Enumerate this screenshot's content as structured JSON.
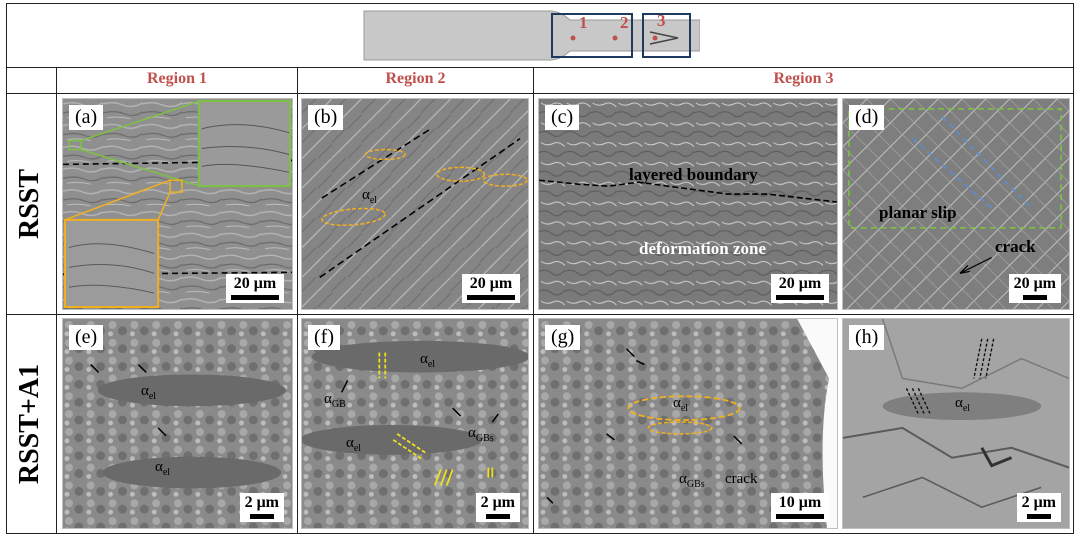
{
  "header": {
    "regions": [
      "Region 1",
      "Region 2",
      "Region 3"
    ]
  },
  "specimen": {
    "markers": [
      "1",
      "2",
      "3"
    ]
  },
  "rows": [
    "RSST",
    "RSST+A1"
  ],
  "panels": {
    "a": {
      "label": "(a)",
      "scale": "20 μm"
    },
    "b": {
      "label": "(b)",
      "scale": "20 μm",
      "phase": "α",
      "phase_sub": "el"
    },
    "c": {
      "label": "(c)",
      "scale": "20 μm",
      "text1": "layered boundary",
      "text2": "deformation zone"
    },
    "d": {
      "label": "(d)",
      "scale": "20 μm",
      "text1": "planar slip",
      "text2": "crack"
    },
    "e": {
      "label": "(e)",
      "scale": "2 μm",
      "phase": "α",
      "phase_sub": "el"
    },
    "f": {
      "label": "(f)",
      "scale": "2 μm",
      "phase": "α",
      "phase_sub": "el",
      "gb_sub": "GB",
      "gbs_sub": "GBs"
    },
    "g": {
      "label": "(g)",
      "scale": "10 μm",
      "phase": "α",
      "phase_sub": "el",
      "gbs_sub": "GBs",
      "crack": "crack"
    },
    "h": {
      "label": "(h)",
      "scale": "2 μm",
      "phase": "α",
      "phase_sub": "el"
    }
  }
}
